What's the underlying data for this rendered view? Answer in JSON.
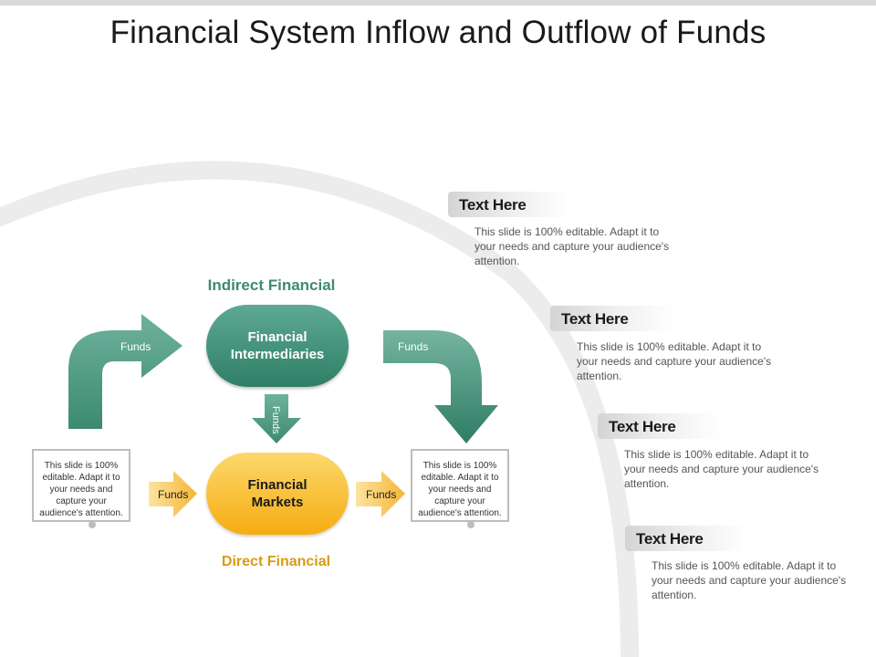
{
  "title": "Financial System Inflow and Outflow of Funds",
  "diagram": {
    "indirect_label": "Indirect Financial",
    "direct_label": "Direct Financial",
    "intermediaries_node": {
      "line1": "Financial",
      "line2": "Intermediaries"
    },
    "markets_node": {
      "line1": "Financial",
      "line2": "Markets"
    },
    "arrows": {
      "left_curved": "Funds",
      "right_curved": "Funds",
      "down_center": "Funds",
      "left_small": "Funds",
      "right_small": "Funds"
    },
    "left_box_text": "This slide is 100% editable. Adapt it to your needs and capture your audience's attention.",
    "right_box_text": "This slide is 100% editable. Adapt it to your needs and capture your audience's attention.",
    "colors": {
      "green": "#3e8a73",
      "orange": "#f6ac12",
      "gray": "#bdbdbd"
    }
  },
  "items": [
    {
      "heading": "Text Here",
      "body": "This slide is 100% editable. Adapt it to your needs and capture your audience's attention."
    },
    {
      "heading": "Text Here",
      "body": "This slide is 100% editable. Adapt it to your needs and capture your audience's attention."
    },
    {
      "heading": "Text Here",
      "body": "This slide is 100% editable. Adapt it to your needs and capture your audience's attention."
    },
    {
      "heading": "Text Here",
      "body": "This slide is 100% editable. Adapt it to your needs and capture your audience's attention."
    }
  ]
}
